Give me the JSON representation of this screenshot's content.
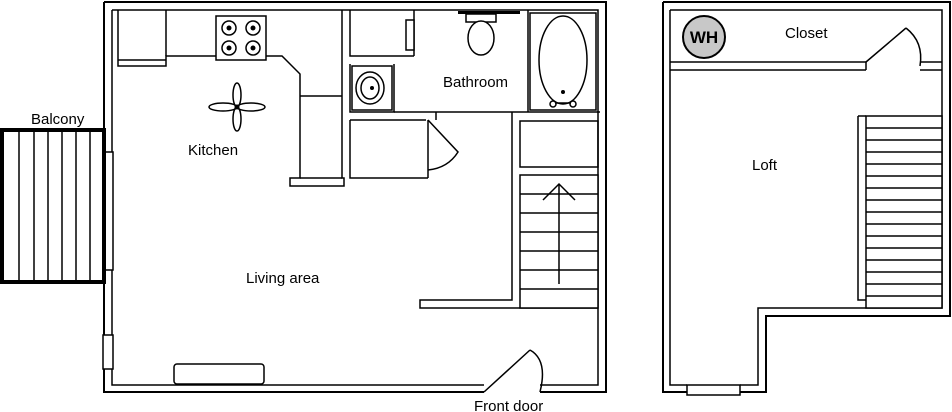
{
  "labels": {
    "balcony": "Balcony",
    "kitchen": "Kitchen",
    "bathroom": "Bathroom",
    "living_area": "Living area",
    "front_door": "Front door",
    "closet": "Closet",
    "loft": "Loft",
    "water_heater": "WH"
  },
  "colors": {
    "wall": "#000000",
    "background": "#ffffff",
    "water_heater_fill": "#c8c8c8"
  }
}
